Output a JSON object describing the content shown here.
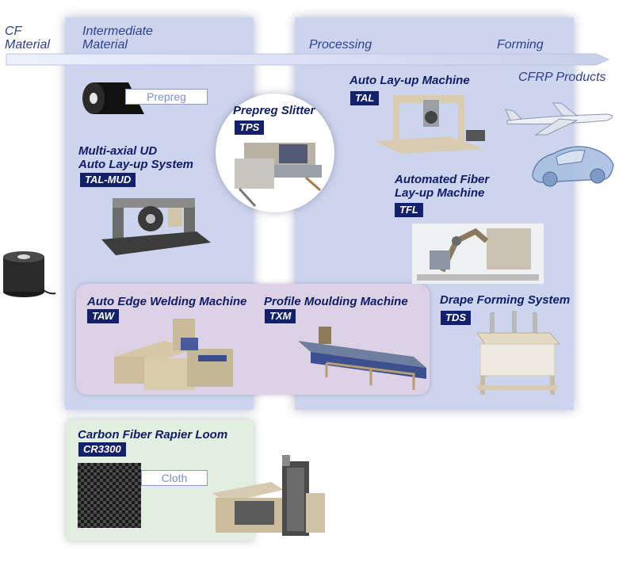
{
  "headers": {
    "cf_material": "CF\nMaterial",
    "intermediate": "Intermediate\nMaterial",
    "processing": "Processing",
    "forming": "Forming",
    "cfrp_products": "CFRP Products"
  },
  "products": {
    "prepreg": "Prepreg",
    "cloth": "Cloth"
  },
  "machines": {
    "tps": {
      "name": "Prepreg Slitter",
      "code": "TPS"
    },
    "tal_mud": {
      "name": "Multi-axial UD\nAuto Lay-up System",
      "code": "TAL-MUD"
    },
    "tal": {
      "name": "Auto Lay-up Machine",
      "code": "TAL"
    },
    "tfl": {
      "name": "Automated Fiber\nLay-up Machine",
      "code": "TFL"
    },
    "taw": {
      "name": "Auto Edge Welding Machine",
      "code": "TAW"
    },
    "txm": {
      "name": "Profile Moulding Machine",
      "code": "TXM"
    },
    "tds": {
      "name": "Drape Forming System",
      "code": "TDS"
    },
    "cr3300": {
      "name": "Carbon Fiber Rapier Loom",
      "code": "CR3300"
    }
  },
  "colors": {
    "panel": "#cdd5ee",
    "welding_box": "#ddd1e6",
    "loom_panel": "#e2efe0",
    "title_text": "#0f1c66",
    "badge_bg": "#13206a"
  },
  "icons": [
    "cf-bobbin-icon",
    "prepreg-roll-icon",
    "cloth-swatch-icon",
    "airplane-icon",
    "car-icon"
  ]
}
